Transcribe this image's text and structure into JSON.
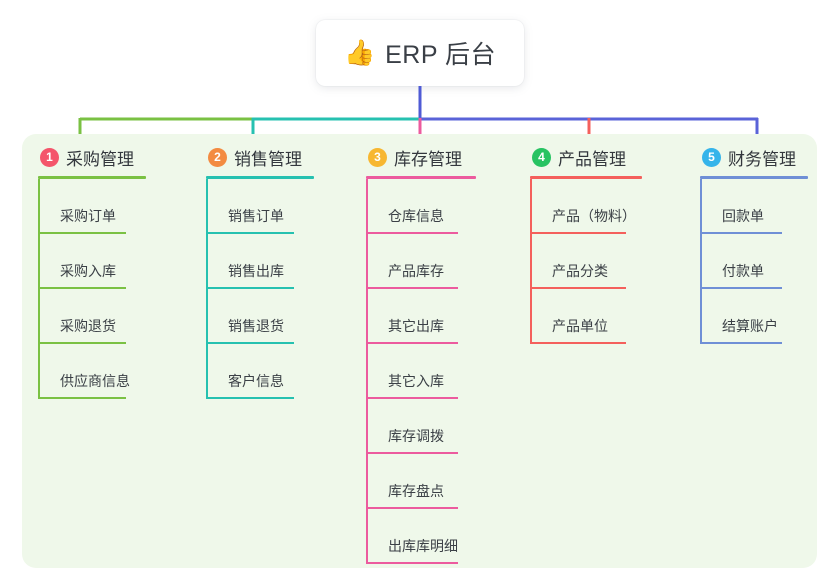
{
  "diagram": {
    "type": "mindmap-tree",
    "root": {
      "icon": "thumbs-up-icon",
      "emoji": "👍",
      "label": "ERP 后台"
    },
    "panel_color": "#eff8ea",
    "page_background": "#ffffff",
    "columns": [
      {
        "number": "1",
        "title": "采购管理",
        "badge_color": "#f4556b",
        "line_color": "#7ac143",
        "items": [
          "采购订单",
          "采购入库",
          "采购退货",
          "供应商信息"
        ]
      },
      {
        "number": "2",
        "title": "销售管理",
        "badge_color": "#f38b41",
        "line_color": "#26c1b0",
        "items": [
          "销售订单",
          "销售出库",
          "销售退货",
          "客户信息"
        ]
      },
      {
        "number": "3",
        "title": "库存管理",
        "badge_color": "#f7b731",
        "line_color": "#ec5b9e",
        "items": [
          "仓库信息",
          "产品库存",
          "其它出库",
          "其它入库",
          "库存调拨",
          "库存盘点",
          "出库库明细"
        ]
      },
      {
        "number": "4",
        "title": "产品管理",
        "badge_color": "#27c362",
        "line_color": "#f4605c",
        "items": [
          "产品（物料）",
          "产品分类",
          "产品单位"
        ]
      },
      {
        "number": "5",
        "title": "财务管理",
        "badge_color": "#35b4ea",
        "line_color": "#6f8fd6",
        "items": [
          "回款单",
          "付款单",
          "结算账户"
        ]
      }
    ],
    "connector_colors": {
      "root_stem": "#4f5bd5",
      "segment_left": "#7ac143",
      "segment_mid": "#26c1b0",
      "segment_right": "#5a63d8",
      "drop_1": "#7ac143",
      "drop_2": "#26c1b0",
      "drop_3": "#ec5b9e",
      "drop_4": "#f4605c",
      "drop_5": "#5a63d8"
    }
  }
}
